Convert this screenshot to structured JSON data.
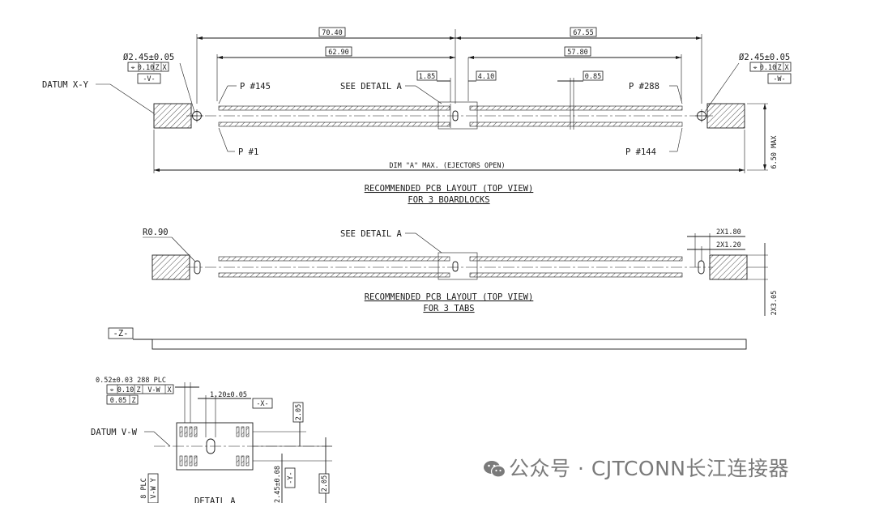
{
  "top_view": {
    "dim_overall_left": "70.40",
    "dim_overall_right": "67.55",
    "dim_inner_left": "62.90",
    "dim_inner_right": "57.80",
    "dim_185": "1.85",
    "dim_410": "4.10",
    "dim_085": "0.85",
    "hole_left": "Ø2.45±0.05",
    "hole_right": "Ø2.45±0.05",
    "fcf_left": {
      "tol": "0.10",
      "ref1": "Z",
      "ref2": "X",
      "datum": "-V-"
    },
    "fcf_right": {
      "tol": "0.10",
      "ref1": "Z",
      "ref2": "X",
      "datum": "-W-"
    },
    "datum_xy": "DATUM X-Y",
    "pin_145": "P #145",
    "pin_1": "P #1",
    "pin_288": "P #288",
    "pin_144": "P #144",
    "see_detail": "SEE DETAIL A",
    "dim_a": "DIM \"A\" MAX. (EJECTORS OPEN)",
    "height_max": "6.50 MAX",
    "caption_1": "RECOMMENDED PCB LAYOUT (TOP VIEW)",
    "caption_2": "FOR 3 BOARDLOCKS"
  },
  "tabs_view": {
    "radius": "R0.90",
    "see_detail": "SEE DETAIL A",
    "dim_2x180": "2X1.80",
    "dim_2x120": "2X1.20",
    "dim_2x305": "2X3.05",
    "caption_1": "RECOMMENDED PCB LAYOUT (TOP VIEW)",
    "caption_2": "FOR 3 TABS"
  },
  "datum_z": "-Z-",
  "detail_a": {
    "pad_tol": "0.52±0.03 288 PLC",
    "fcf": {
      "tol": "0.10",
      "ref1": "Z",
      "ref2": "V-W",
      "ref3": "X"
    },
    "flat_tol": "0.05",
    "flat_ref": "Z",
    "dim_120": "1.20±0.05",
    "datum_x": "-X-",
    "dim_205_top": "2.05",
    "dim_205_bottom": "2.05",
    "dim_245": "2.45±0.08",
    "datum_y": "-Y-",
    "datum_vw": "DATUM V-W",
    "plc_8": "8 PLC",
    "plc_ref": "V-W Y",
    "title": "DETAIL A"
  },
  "watermark": "公众号 · CJTCONN长江连接器"
}
